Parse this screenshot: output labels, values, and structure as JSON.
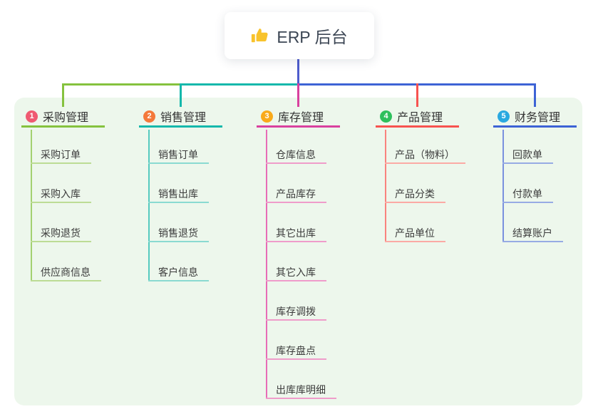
{
  "root": {
    "label": "ERP 后台",
    "icon": "thumbs-up-icon",
    "icon_color": "#f8c32c"
  },
  "branches": [
    {
      "num": "1",
      "title": "采购管理",
      "badge_color": "#ef5a71",
      "line_color": "#85c23e",
      "spine_color": "#a3d171",
      "light_color": "#bcdc95",
      "children": [
        "采购订单",
        "采购入库",
        "采购退货",
        "供应商信息"
      ]
    },
    {
      "num": "2",
      "title": "销售管理",
      "badge_color": "#f4793b",
      "line_color": "#14b8ab",
      "spine_color": "#55cabf",
      "light_color": "#8adad1",
      "children": [
        "销售订单",
        "销售出库",
        "销售退货",
        "客户信息"
      ]
    },
    {
      "num": "3",
      "title": "库存管理",
      "badge_color": "#f9aa1b",
      "line_color": "#d9419f",
      "spine_color": "#e76cb6",
      "light_color": "#ef9cca",
      "children": [
        "仓库信息",
        "产品库存",
        "其它出库",
        "其它入库",
        "库存调拨",
        "库存盘点",
        "出库库明细"
      ]
    },
    {
      "num": "4",
      "title": "产品管理",
      "badge_color": "#2ec05c",
      "line_color": "#f75350",
      "spine_color": "#f9837d",
      "light_color": "#fbaaa5",
      "children": [
        "产品（物料）",
        "产品分类",
        "产品单位"
      ]
    },
    {
      "num": "5",
      "title": "财务管理",
      "badge_color": "#2aa9e0",
      "line_color": "#3d63d5",
      "spine_color": "#7a91de",
      "light_color": "#97abe4",
      "children": [
        "回款单",
        "付款单",
        "结算账户"
      ]
    }
  ],
  "colors": {
    "page_bg": "#ffffff",
    "canvas_bg": "#edf7ec",
    "root_line": "#4e5ccd",
    "root_text": "#3c4654"
  }
}
